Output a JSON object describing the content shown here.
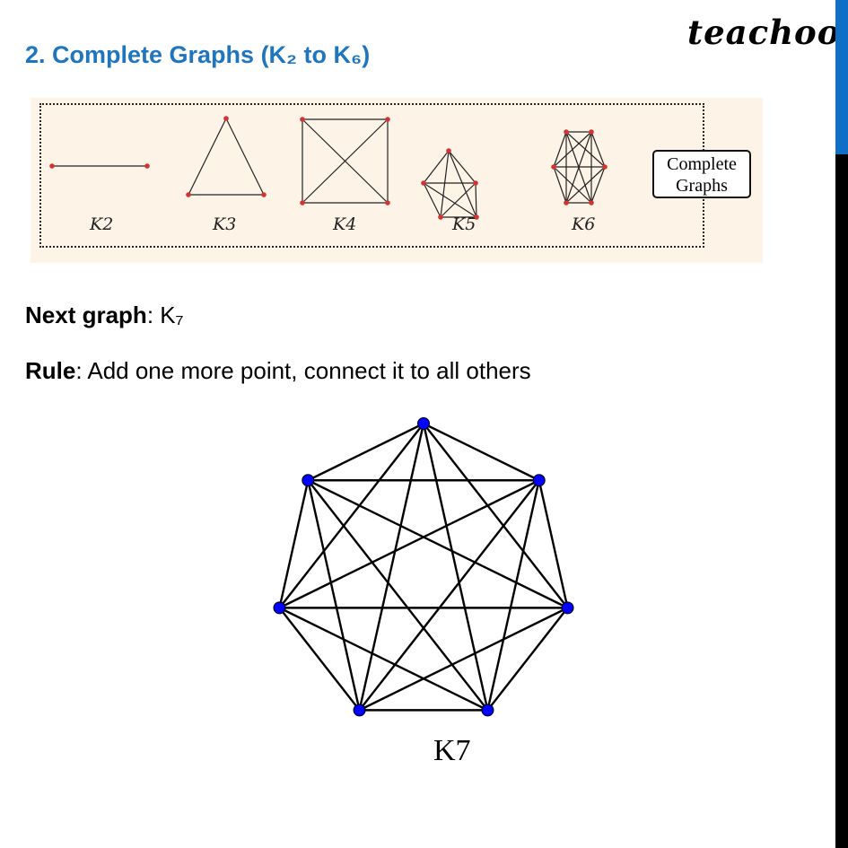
{
  "header": {
    "title": "2. Complete Graphs (K₂ to K₆)",
    "logo": "teachoo"
  },
  "strip": {
    "graphs": [
      {
        "label": "K2",
        "n": 2
      },
      {
        "label": "K3",
        "n": 3
      },
      {
        "label": "K4",
        "n": 4
      },
      {
        "label": "K5",
        "n": 5
      },
      {
        "label": "K6",
        "n": 6
      }
    ],
    "box_label_line1": "Complete",
    "box_label_line2": "Graphs"
  },
  "next": {
    "bold": "Next graph",
    "text": ": K₇"
  },
  "rule": {
    "bold": "Rule",
    "text": ": Add one more point, connect it to all others"
  },
  "k7": {
    "label": "K7",
    "n": 7,
    "vertex_color": "#0000ff"
  },
  "colors": {
    "accent": "#1f75be",
    "small_vertex": "#d33333",
    "strip_bg": "#fdf3e7"
  }
}
